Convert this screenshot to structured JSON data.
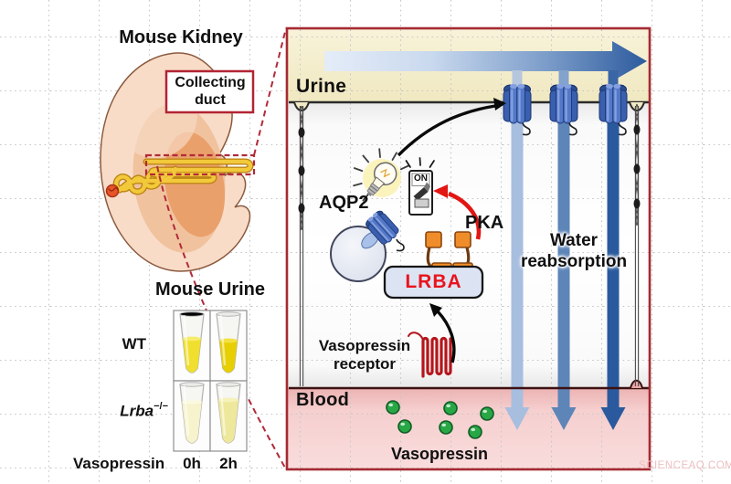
{
  "colors": {
    "panel_border_red": "#a52a32",
    "accent_red_arrow": "#e21613",
    "lrba_red": "#e8141e",
    "membrane_dark": "#2b2b2b",
    "urine_band_cream": "#f5efcc",
    "blood_band_pink": "#f6cfcf",
    "aqp2_blue": "#3a5fae",
    "flow_arrow_blue_light": "#e7eef9",
    "flow_arrow_blue_dark": "#2d5b9e",
    "water_arrows": [
      "#a7bedf",
      "#5d85b8",
      "#2a5a9d"
    ],
    "vasopressin_green": "#28a746",
    "receptor_dark_red": "#b4161c",
    "pka_orange": "#ef8d2a",
    "dashed_callout_red": "#b12a38",
    "watermark_pink": "#edbfc1"
  },
  "left": {
    "kidney_title": "Mouse Kidney",
    "collecting_duct": {
      "line1": "Collecting",
      "line2": "duct"
    },
    "urine_title": "Mouse Urine",
    "rows": [
      {
        "label": "WT"
      },
      {
        "label": "Lrba",
        "sup": "−/−"
      }
    ],
    "axis": {
      "label": "Vasopressin",
      "t0": "0h",
      "t1": "2h"
    },
    "tube_colors": {
      "wt_0h": "#f0df2e",
      "wt_2h": "#e7cf04",
      "lrba_0h": "#f6f3cd",
      "lrba_2h": "#eee89c"
    }
  },
  "panel": {
    "urine_label": "Urine",
    "blood_label": "Blood",
    "aqp2_label": "AQP2",
    "pka_label": "PKA",
    "lrba_label": "LRBA",
    "switch_label": "ON",
    "water_reabsorption": {
      "line1": "Water",
      "line2": "reabsorption"
    },
    "receptor_label": {
      "line1": "Vasopressin",
      "line2": "receptor"
    },
    "vasopressin_label": "Vasopressin"
  },
  "icons": {
    "light_bulb_icon": "glowing bulb = activation",
    "on_switch_icon": "toggle switch set to ON",
    "aqp2_channel_icon": "blue four-barrel water channel",
    "vesicle_icon": "intracellular vesicle circle",
    "receptor_coil_icon": "transmembrane receptor coil",
    "vasopressin_molecule_icon": "green sphere",
    "water_flow_arrow": "blue gradient arrow",
    "tight_junction_icon": "beaded junction chain"
  },
  "watermark": "SCIENCEAQ.COM"
}
